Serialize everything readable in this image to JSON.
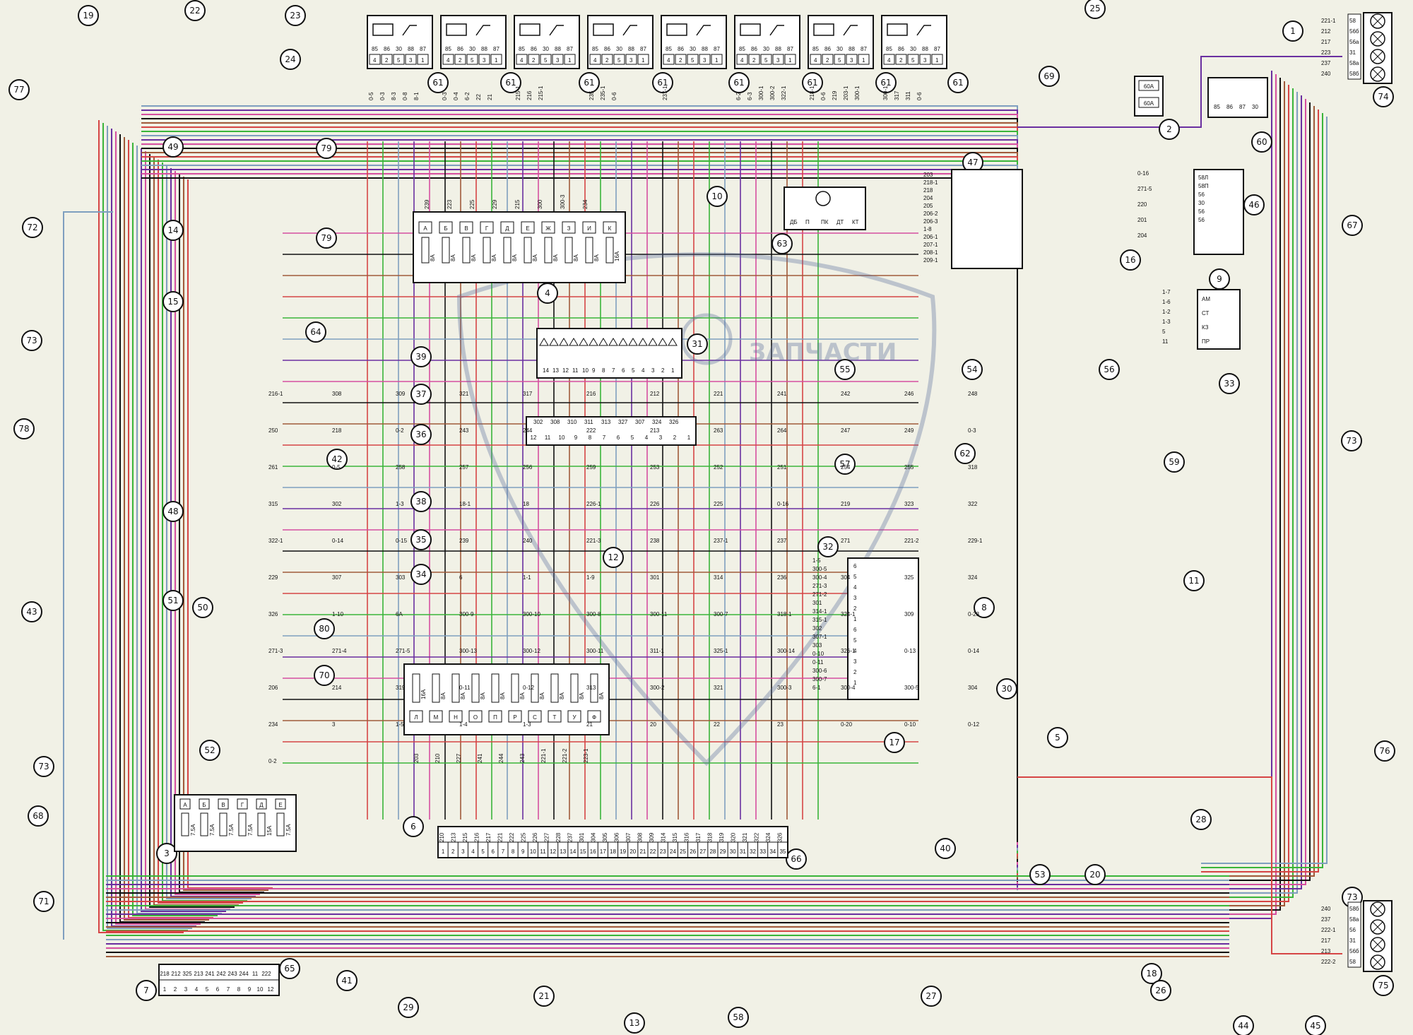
{
  "watermark": "ЗАПЧАСТИ",
  "colors": {
    "background": "#f1f1e6",
    "wire_red": "#d64545",
    "wire_green": "#3ab53a",
    "wire_blue": "#7f9fbf",
    "wire_purple": "#6a2fa0",
    "wire_magenta": "#d64fa0",
    "wire_black": "#111111",
    "wire_brown": "#a05a3a",
    "watermark": "#5a6e9a"
  },
  "relay_blocks": [
    {
      "number": "61",
      "pins_top": [
        "85",
        "86",
        "30",
        "88",
        "87"
      ],
      "pins_bottom": [
        "4",
        "2",
        "5",
        "3",
        "1"
      ],
      "wires": [
        "0-5",
        "0-3",
        "8-3",
        "0-8",
        "8-1"
      ]
    },
    {
      "number": "61",
      "pins_top": [
        "85",
        "86",
        "30",
        "88",
        "87"
      ],
      "pins_bottom": [
        "4",
        "2",
        "5",
        "3",
        "1"
      ],
      "wires": [
        "0-3",
        "0-4",
        "6-2",
        "22",
        "21"
      ]
    },
    {
      "number": "61",
      "pins_top": [
        "85",
        "86",
        "30",
        "88",
        "87"
      ],
      "pins_bottom": [
        "4",
        "2",
        "5",
        "3",
        "1"
      ],
      "wires": [
        "215-1",
        "216",
        "215-1"
      ]
    },
    {
      "number": "61",
      "pins_top": [
        "85",
        "86",
        "30",
        "88",
        "87"
      ],
      "pins_bottom": [
        "4",
        "2",
        "5",
        "3",
        "1"
      ],
      "wires": [
        "235",
        "235-1",
        "0-6"
      ]
    },
    {
      "number": "61",
      "pins_top": [
        "85",
        "86",
        "30",
        "88",
        "87"
      ],
      "pins_bottom": [
        "4",
        "2",
        "5",
        "3",
        "1"
      ],
      "wires": [
        "237-1"
      ]
    },
    {
      "number": "61",
      "pins_top": [
        "85",
        "86",
        "30",
        "88",
        "87"
      ],
      "pins_bottom": [
        "4",
        "2",
        "5",
        "3",
        "1"
      ],
      "wires": [
        "6-2",
        "6-3",
        "300-1",
        "300-2",
        "322-1"
      ]
    },
    {
      "number": "61",
      "pins_top": [
        "85",
        "86",
        "30",
        "88",
        "87"
      ],
      "pins_bottom": [
        "4",
        "2",
        "5",
        "3",
        "1"
      ],
      "wires": [
        "218-1",
        "0-6",
        "219",
        "203-1",
        "300-1"
      ]
    },
    {
      "number": "61",
      "pins_top": [
        "85",
        "86",
        "30",
        "88",
        "87"
      ],
      "pins_bottom": [
        "4",
        "2",
        "5",
        "3",
        "1"
      ],
      "wires": [
        "300-1",
        "317",
        "311",
        "0-6"
      ]
    }
  ],
  "fuse_block_top": {
    "number": "4",
    "ratings": [
      "8A",
      "8A",
      "8A",
      "8A",
      "8A",
      "8A",
      "8A",
      "8A",
      "8A",
      "16A"
    ],
    "letters": [
      "А",
      "Б",
      "В",
      "Г",
      "Д",
      "Е",
      "Ж",
      "З",
      "И",
      "К"
    ],
    "wires": [
      "239",
      "223",
      "225",
      "229",
      "215",
      "300",
      "300-3",
      "234"
    ]
  },
  "fuse_block_bottom": {
    "number": "4",
    "ratings": [
      "16A",
      "8A",
      "8A",
      "8A",
      "8A",
      "8A",
      "8A",
      "8A",
      "8A",
      "8A"
    ],
    "letters": [
      "Л",
      "М",
      "Н",
      "О",
      "П",
      "Р",
      "С",
      "Т",
      "У",
      "Ф"
    ],
    "wires": [
      "203",
      "210",
      "227",
      "241",
      "244",
      "243",
      "221-1",
      "221-2",
      "223-1"
    ]
  },
  "fuse_block_3": {
    "number": "3",
    "ratings": [
      "7.5A",
      "7.5A",
      "7.5A",
      "7.5A",
      "15A",
      "7.5A"
    ],
    "letters": [
      "А",
      "Б",
      "В",
      "Г",
      "Д",
      "Е"
    ]
  },
  "main_connector": {
    "number": "66",
    "label_left": "6",
    "top_row": [
      "210",
      "213",
      "215",
      "216",
      "217",
      "221",
      "222",
      "225",
      "226",
      "227",
      "228",
      "237",
      "301",
      "304",
      "305",
      "306",
      "307",
      "308",
      "309",
      "314",
      "315",
      "316",
      "317",
      "318",
      "319",
      "320",
      "321",
      "322",
      "324",
      "326"
    ],
    "bottom_row": [
      "1",
      "2",
      "3",
      "4",
      "5",
      "6",
      "7",
      "8",
      "9",
      "10",
      "11",
      "12",
      "13",
      "14",
      "15",
      "16",
      "17",
      "18",
      "19",
      "20",
      "21",
      "22",
      "23",
      "24",
      "25",
      "26",
      "27",
      "28",
      "29",
      "30",
      "31",
      "32",
      "33",
      "34",
      "35"
    ]
  },
  "connector_65": {
    "number": "65",
    "label_left": "7",
    "top": [
      "218",
      "212",
      "325",
      "213",
      "241",
      "242",
      "243",
      "244",
      "11",
      "222"
    ],
    "bottom": [
      "1",
      "2",
      "3",
      "4",
      "5",
      "6",
      "7",
      "8",
      "9",
      "10",
      "12"
    ]
  },
  "ignition_switch": {
    "number": "9",
    "labels": [
      "АМ",
      "СТ",
      "КЗ",
      "ПР"
    ],
    "wires": [
      "1-7",
      "1-6",
      "1-2",
      "1-3",
      "5",
      "11"
    ]
  },
  "switch_47": {
    "number": "47",
    "wires": [
      "203",
      "218-1",
      "218",
      "204",
      "205",
      "206-2",
      "206-3",
      "1-8",
      "206-1",
      "207-1",
      "208-1",
      "209-1"
    ]
  },
  "switch_46": {
    "number": "46",
    "labels": [
      "58Л",
      "58П",
      "56",
      "30",
      "56",
      "56"
    ],
    "wires": [
      "0-16",
      "271-5",
      "220",
      "201",
      "204"
    ]
  },
  "fuses_60A": [
    "60A",
    "60A"
  ],
  "relay_60": {
    "number": "60",
    "pins": [
      "85",
      "86",
      "87",
      "30"
    ]
  },
  "relay_63": {
    "number": "63",
    "labels": [
      "ДБ",
      "П",
      "ПК",
      "ДТ",
      "КТ"
    ]
  },
  "relay_block_31": {
    "number": "31",
    "pins": [
      "14",
      "13",
      "12",
      "11",
      "10",
      "9",
      "8",
      "7",
      "6",
      "5",
      "4",
      "3",
      "2",
      "1"
    ]
  },
  "connector_middle": {
    "pins": [
      "12",
      "11",
      "10",
      "9",
      "8",
      "7",
      "6",
      "5",
      "4",
      "3",
      "2",
      "1"
    ],
    "wires": [
      "302",
      "308",
      "310",
      "311",
      "313",
      "327",
      "307",
      "324",
      "326"
    ]
  },
  "instrument_32": {
    "number": "32",
    "pins": [
      "6",
      "5",
      "4",
      "3",
      "2",
      "1",
      "6",
      "5",
      "4",
      "3",
      "2",
      "1"
    ],
    "wires": [
      "1-5",
      "300-5",
      "300-4",
      "271-3",
      "271-2",
      "301",
      "314-1",
      "315-1",
      "302",
      "307-1",
      "303",
      "0-10",
      "0-11",
      "300-6",
      "300-7",
      "6-1"
    ]
  },
  "components": [
    {
      "num": "1"
    },
    {
      "num": "2"
    },
    {
      "num": "3"
    },
    {
      "num": "4"
    },
    {
      "num": "5"
    },
    {
      "num": "6"
    },
    {
      "num": "7"
    },
    {
      "num": "8"
    },
    {
      "num": "9"
    },
    {
      "num": "10"
    },
    {
      "num": "11"
    },
    {
      "num": "12"
    },
    {
      "num": "13"
    },
    {
      "num": "14"
    },
    {
      "num": "15"
    },
    {
      "num": "16"
    },
    {
      "num": "17"
    },
    {
      "num": "18"
    },
    {
      "num": "19"
    },
    {
      "num": "20"
    },
    {
      "num": "21"
    },
    {
      "num": "22"
    },
    {
      "num": "23"
    },
    {
      "num": "24"
    },
    {
      "num": "25"
    },
    {
      "num": "26"
    },
    {
      "num": "27"
    },
    {
      "num": "28"
    },
    {
      "num": "29"
    },
    {
      "num": "30"
    },
    {
      "num": "31"
    },
    {
      "num": "32"
    },
    {
      "num": "33"
    },
    {
      "num": "34"
    },
    {
      "num": "35"
    },
    {
      "num": "36"
    },
    {
      "num": "37"
    },
    {
      "num": "38"
    },
    {
      "num": "39"
    },
    {
      "num": "40"
    },
    {
      "num": "41"
    },
    {
      "num": "42"
    },
    {
      "num": "43"
    },
    {
      "num": "44"
    },
    {
      "num": "45"
    },
    {
      "num": "46"
    },
    {
      "num": "47"
    },
    {
      "num": "48"
    },
    {
      "num": "49"
    },
    {
      "num": "50"
    },
    {
      "num": "51"
    },
    {
      "num": "52"
    },
    {
      "num": "53"
    },
    {
      "num": "54"
    },
    {
      "num": "55"
    },
    {
      "num": "56"
    },
    {
      "num": "57"
    },
    {
      "num": "58"
    },
    {
      "num": "59"
    },
    {
      "num": "60"
    },
    {
      "num": "61"
    },
    {
      "num": "62"
    },
    {
      "num": "63"
    },
    {
      "num": "64"
    },
    {
      "num": "65"
    },
    {
      "num": "66"
    },
    {
      "num": "67"
    },
    {
      "num": "68"
    },
    {
      "num": "69"
    },
    {
      "num": "70"
    },
    {
      "num": "71"
    },
    {
      "num": "72"
    },
    {
      "num": "73"
    },
    {
      "num": "74"
    },
    {
      "num": "75"
    },
    {
      "num": "76"
    },
    {
      "num": "77"
    },
    {
      "num": "78"
    },
    {
      "num": "79"
    },
    {
      "num": "80"
    }
  ],
  "headlamp_74": {
    "number": "74",
    "wires": [
      "221-1",
      "212",
      "217",
      "223",
      "237",
      "240"
    ],
    "pins": [
      "58",
      "56б",
      "56а",
      "31",
      "58а",
      "58б"
    ]
  },
  "headlamp_75": {
    "number": "75",
    "wires": [
      "240",
      "237",
      "222-1",
      "217",
      "213",
      "222-2"
    ],
    "pins": [
      "58б",
      "58а",
      "56",
      "31",
      "56б",
      "58"
    ]
  },
  "wire_labels_misc": [
    "216-1",
    "308",
    "309",
    "321",
    "317",
    "216",
    "212",
    "221",
    "241",
    "242",
    "246",
    "248",
    "250",
    "218",
    "0-2",
    "243",
    "244",
    "222",
    "213",
    "263",
    "264",
    "247",
    "249",
    "0-3",
    "261",
    "0-5",
    "258",
    "257",
    "256",
    "259",
    "253",
    "252",
    "251",
    "254",
    "255",
    "318",
    "315",
    "302",
    "1-3",
    "18-1",
    "18",
    "226-1",
    "226",
    "225",
    "0-16",
    "219",
    "323",
    "322",
    "322-1",
    "0-14",
    "0-15",
    "239",
    "240",
    "221-3",
    "238",
    "237-1",
    "237",
    "271",
    "221-2",
    "229-1",
    "229",
    "307",
    "303",
    "6",
    "1-1",
    "1-9",
    "301",
    "314",
    "236",
    "304",
    "325",
    "324",
    "326",
    "1-10",
    "6A",
    "300-9",
    "300-10",
    "300-8",
    "300-11",
    "300-7",
    "318-1",
    "324-1",
    "309",
    "0-23",
    "271-3",
    "271-4",
    "271-5",
    "300-13",
    "300-12",
    "300-11",
    "311-1",
    "325-1",
    "300-14",
    "326-1",
    "0-13",
    "0-14",
    "206",
    "214",
    "319",
    "0-11",
    "0-12",
    "313",
    "300-2",
    "321",
    "300-3",
    "300-4",
    "300-5",
    "304",
    "234",
    "3",
    "1-5",
    "1-4",
    "1-3",
    "21",
    "20",
    "22",
    "23",
    "0-20",
    "0-10",
    "0-12",
    "0-2"
  ]
}
